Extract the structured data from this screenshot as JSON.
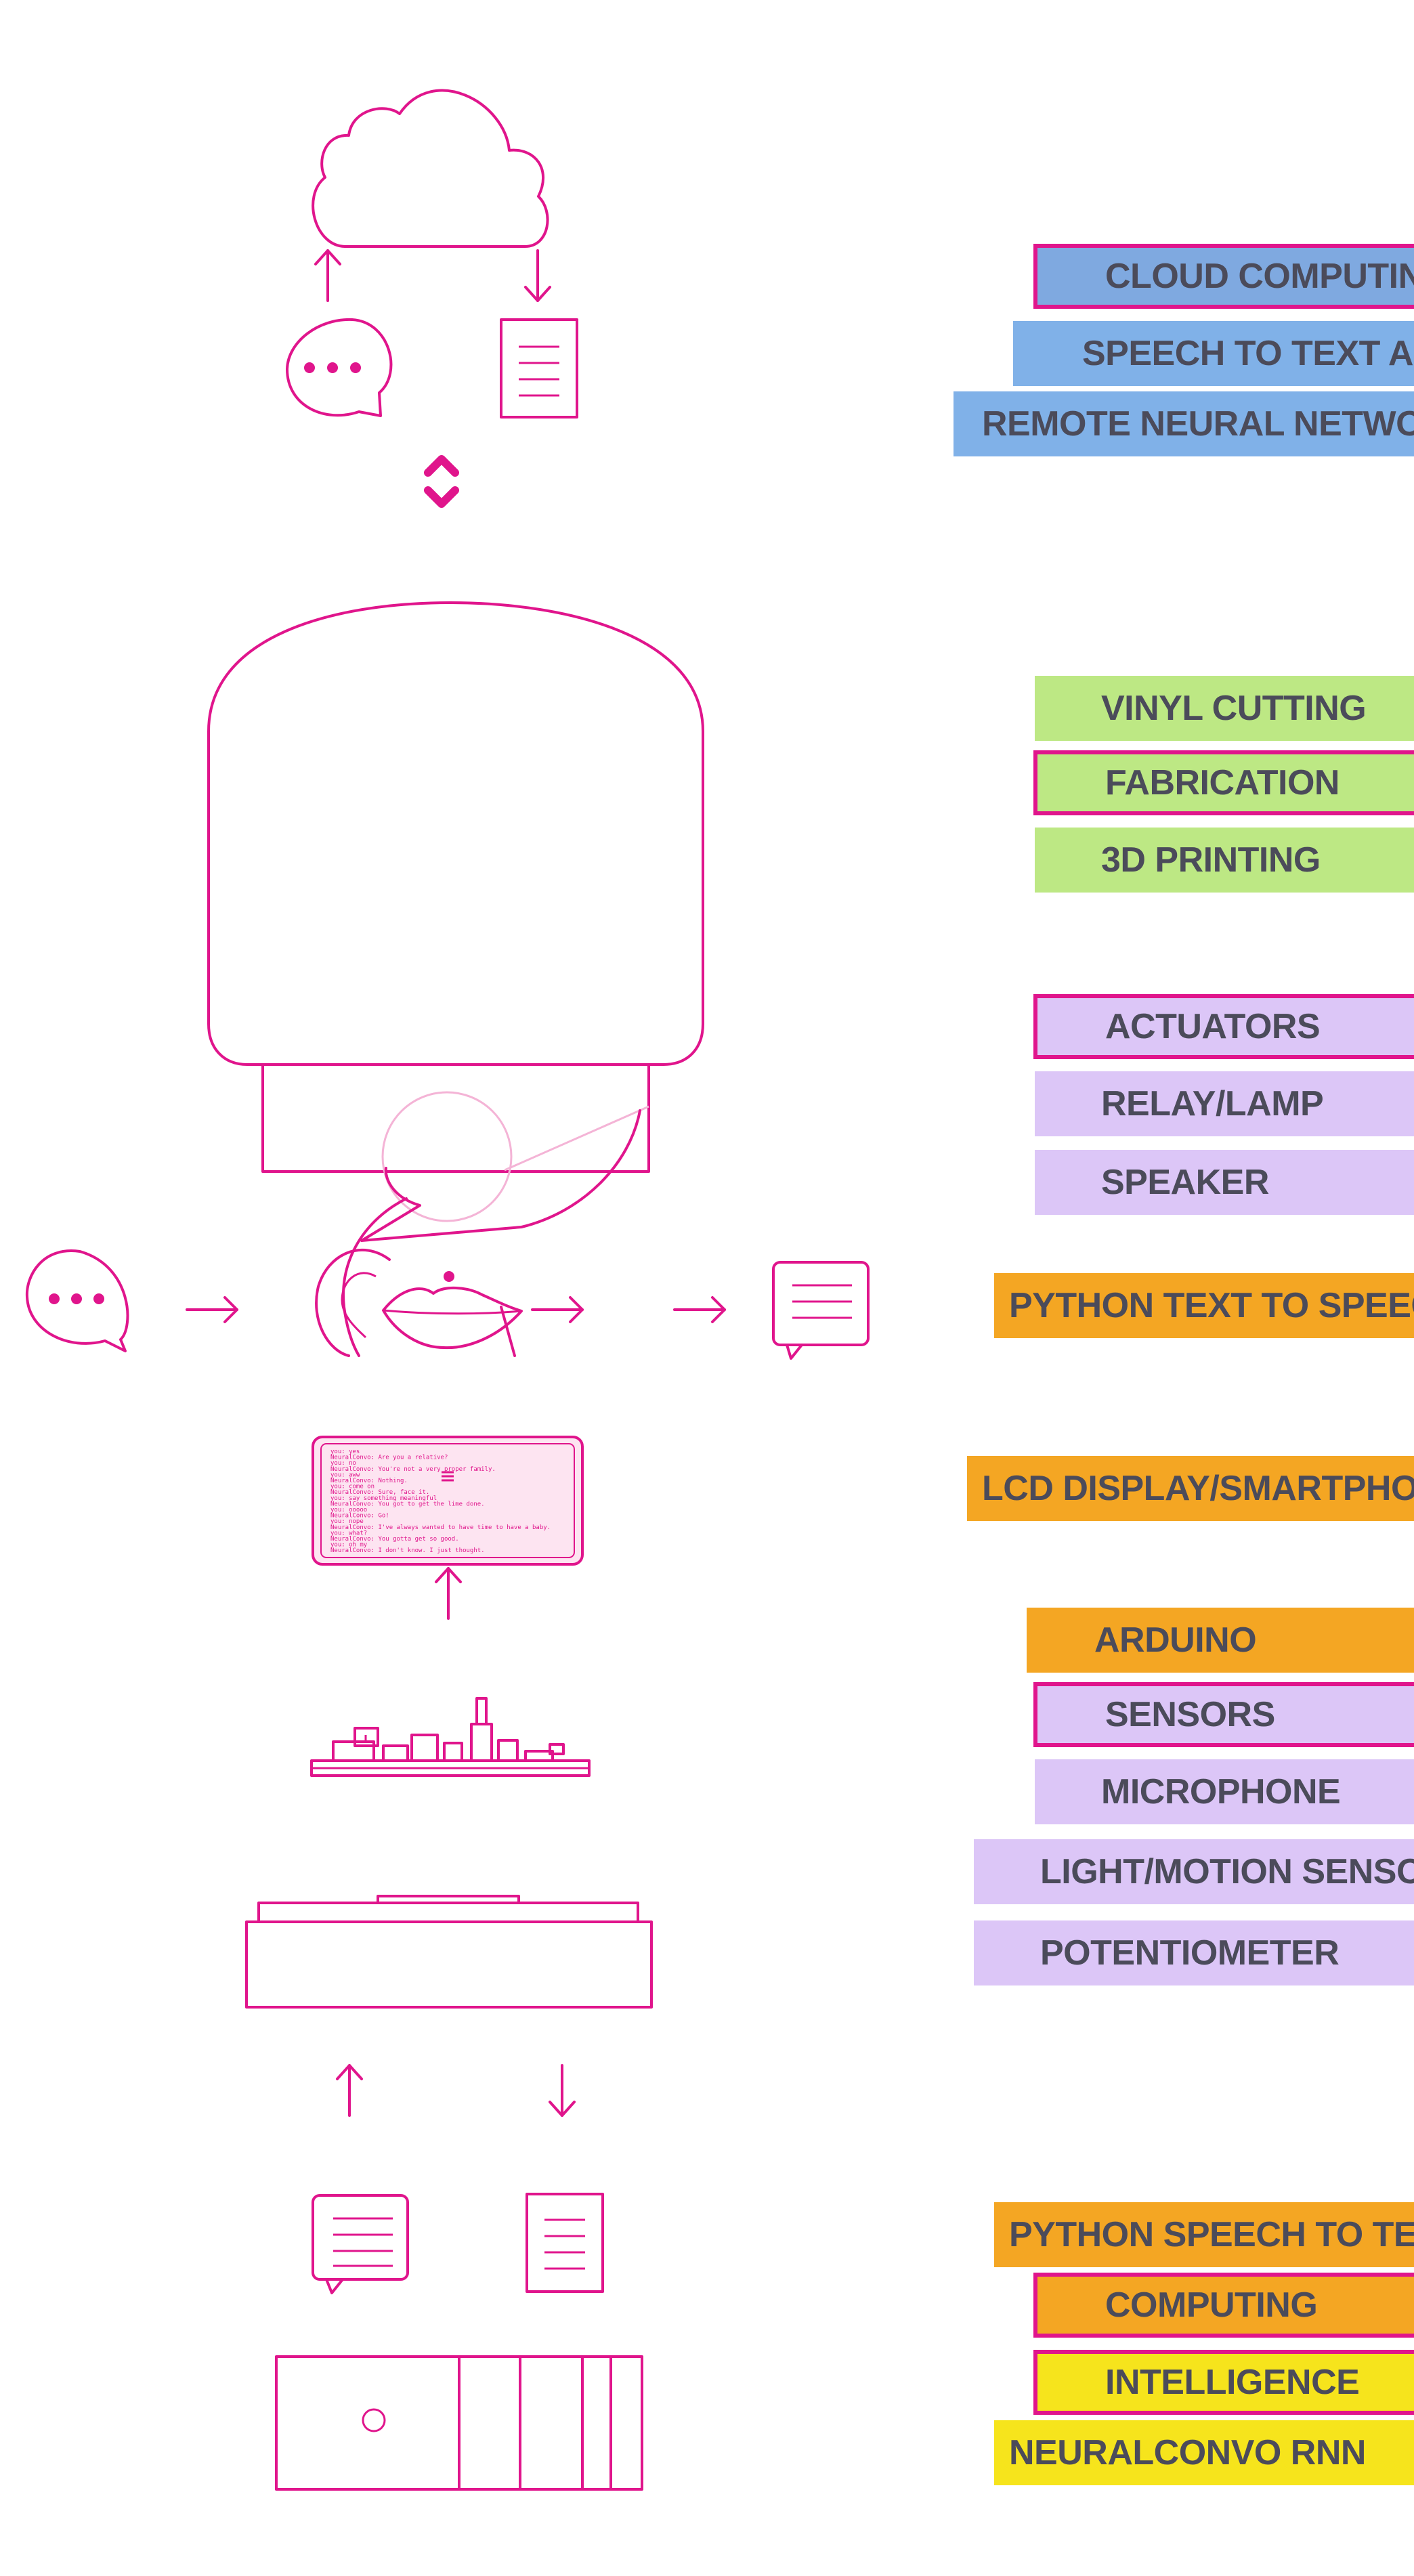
{
  "colors": {
    "line": "#e0158c",
    "screen_fill": "#fde4f1",
    "blue_dark": "#7fa9e0",
    "blue": "#80b1e8",
    "green": "#bde884",
    "purple": "#dcc6f7",
    "orange": "#f4a623",
    "yellow": "#f6e41c",
    "label_text": "#4b4b5a"
  },
  "icons": {
    "cloud": "cloud-icon",
    "speech_bubble": "speech-bubble-icon",
    "document": "document-icon",
    "updown": "chevron-up-down-icon",
    "lamp": "lamp-shade-icon",
    "head": "head-profile-icon",
    "ear": "ear-icon",
    "lips": "lips-icon",
    "arrow": "arrow-icon",
    "message": "message-icon",
    "screen": "lcd-screen-icon",
    "board": "arduino-board-icon",
    "base": "base-box-icon",
    "computer": "computer-box-icon"
  },
  "screen_lines": [
    "you: yes",
    "NeuralConvo: Are you a relative?",
    "you: no",
    "NeuralConvo: You're not a very proper family.",
    "you: aww",
    "NeuralConvo: Nothing.",
    "you: come on",
    "NeuralConvo: Sure, face it.",
    "you: say something meaningful",
    "NeuralConvo: You got to get the lime done.",
    "you: ooooo",
    "NeuralConvo: Go!",
    "you: nope",
    "NeuralConvo: I've always wanted to have time to have a baby.",
    "you: what?",
    "NeuralConvo: You gotta get so good.",
    "you: oh my",
    "NeuralConvo: I don't know. I just thought."
  ],
  "tags": {
    "cloud_computing": "CLOUD COMPUTING",
    "speech_to_text_api": "SPEECH TO TEXT API",
    "remote_neural_network": "REMOTE NEURAL NETWORK",
    "vinyl_cutting": "VINYL CUTTING",
    "fabrication": "FABRICATION",
    "printing_3d": "3D PRINTING",
    "actuators": "ACTUATORS",
    "relay_lamp": "RELAY/LAMP",
    "speaker": "SPEAKER",
    "python_tts": "PYTHON TEXT TO SPEECH",
    "lcd_display": "LCD DISPLAY/SMARTPHONE",
    "arduino": "ARDUINO",
    "sensors": "SENSORS",
    "microphone": "MICROPHONE",
    "light_motion": "LIGHT/MOTION SENSOR",
    "potentiometer": "POTENTIOMETER",
    "python_stt": "PYTHON SPEECH TO TEXT",
    "computing": "COMPUTING",
    "intelligence": "INTELLIGENCE",
    "neuralconvo": "NEURALCONVO RNN"
  }
}
